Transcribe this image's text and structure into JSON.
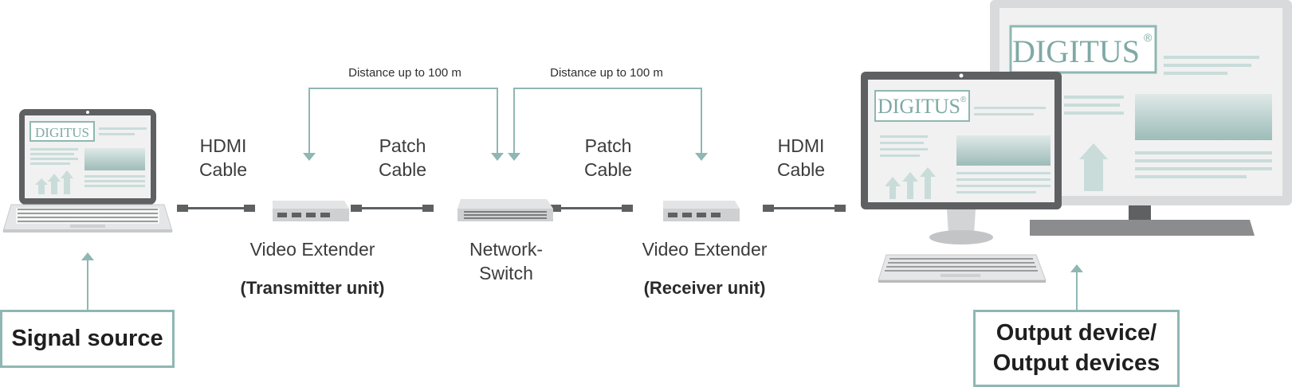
{
  "colors": {
    "teal": "#8fb7b3",
    "device_gray": "#5e6062",
    "light_gray": "#d8d9da",
    "screen_bg": "#f1f1f1",
    "brand": "#7fa9a5"
  },
  "brand_logo": "DIGITUS",
  "brand_reg": "®",
  "distance": {
    "left": "Distance up to 100 m",
    "right": "Distance up to 100 m"
  },
  "cables": {
    "hdmi_left": [
      "HDMI",
      "Cable"
    ],
    "patch_left": [
      "Patch",
      "Cable"
    ],
    "patch_right": [
      "Patch",
      "Cable"
    ],
    "hdmi_right": [
      "HDMI",
      "Cable"
    ]
  },
  "devices": {
    "tx_name": "Video Extender",
    "tx_unit": "(Transmitter unit)",
    "switch_name": [
      "Network-",
      "Switch"
    ],
    "rx_name": "Video Extender",
    "rx_unit": "(Receiver unit)"
  },
  "boxes": {
    "source": "Signal source",
    "output": [
      "Output device/",
      "Output devices"
    ]
  },
  "icons": [
    "laptop-icon",
    "monitor-icon",
    "keyboard-icon",
    "extender-icon",
    "network-switch-icon",
    "cable-icon",
    "arrow-up-icon",
    "arrow-down-icon"
  ]
}
